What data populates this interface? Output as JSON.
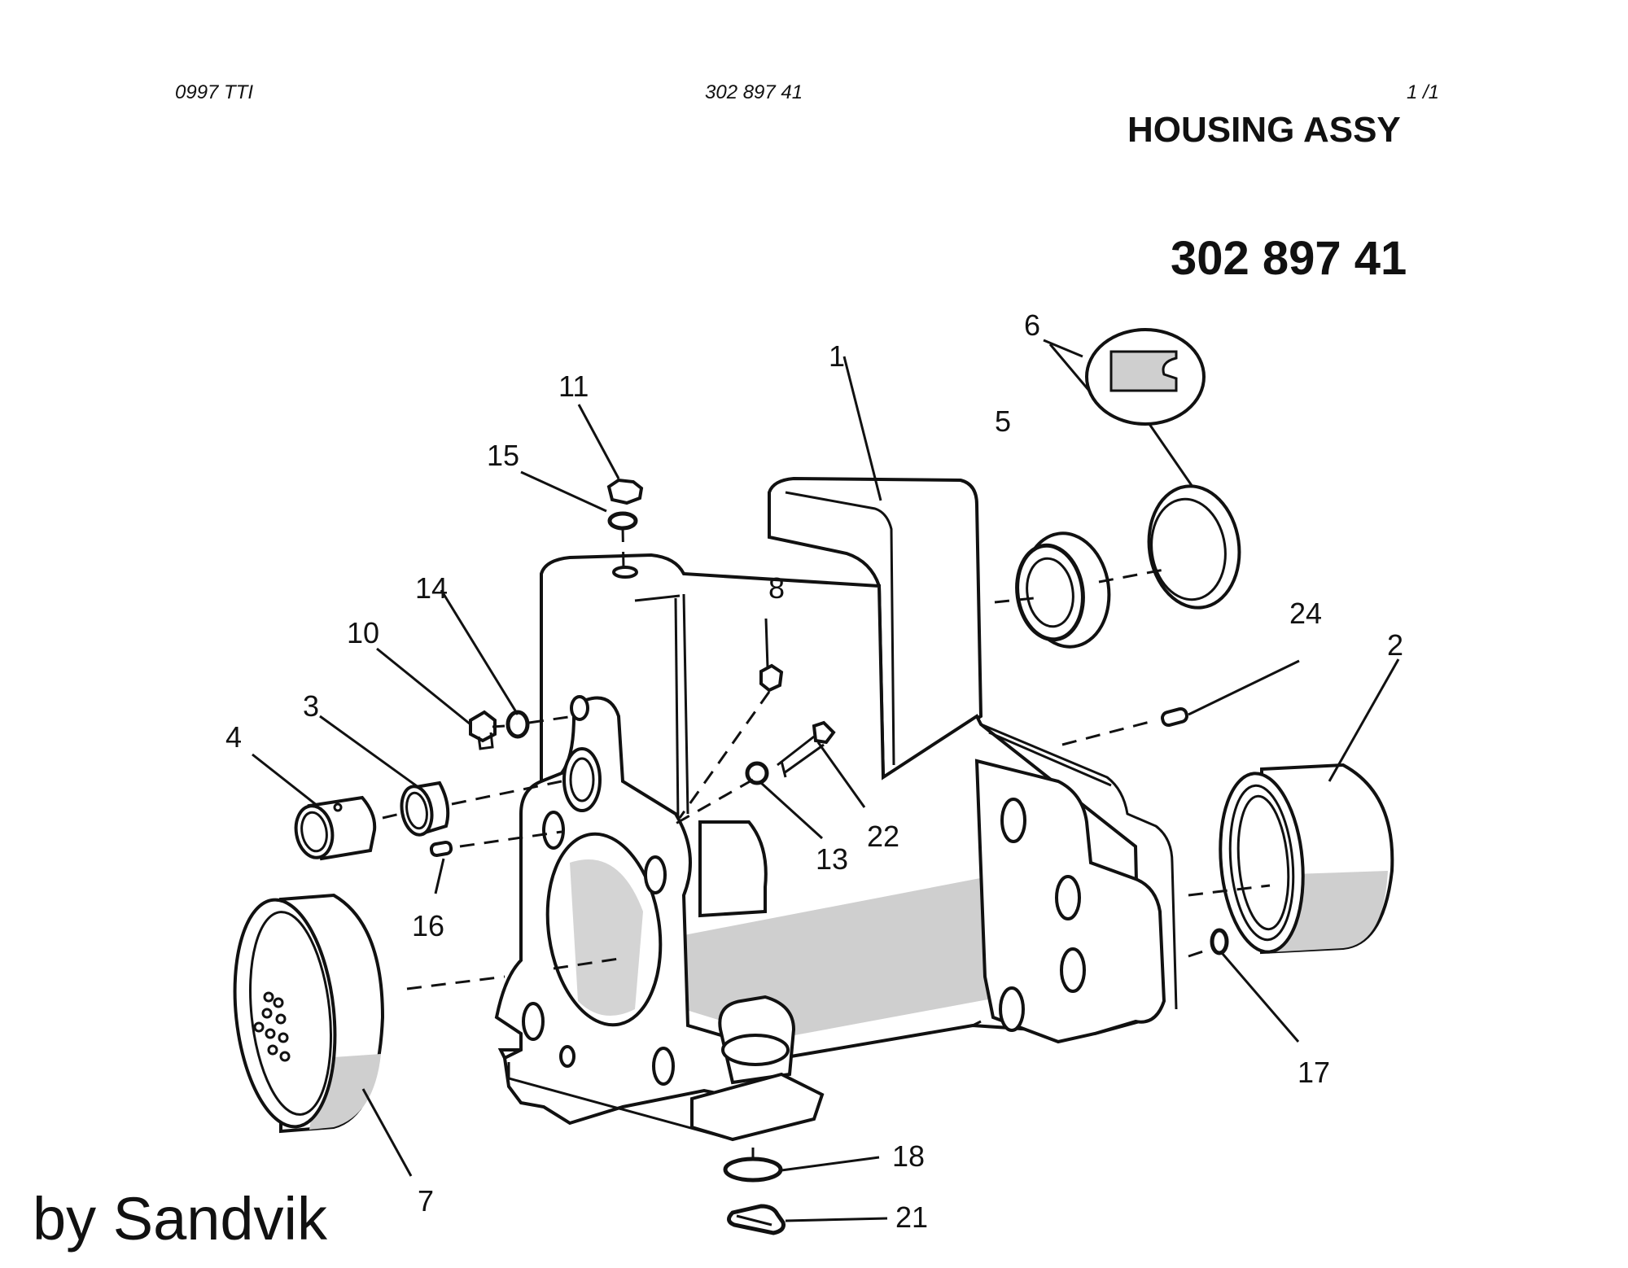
{
  "header": {
    "doc_code": "0997 TTI",
    "doc_number": "302 897 41",
    "page": "1 /1"
  },
  "title": "HOUSING ASSY",
  "part_number": "302 897 41",
  "credit": "by Sandvik",
  "callouts": {
    "c1": "1",
    "c2": "2",
    "c3": "3",
    "c4": "4",
    "c5": "5",
    "c6": "6",
    "c7": "7",
    "c8": "8",
    "c10": "10",
    "c11": "11",
    "c13": "13",
    "c14": "14",
    "c15": "15",
    "c16": "16",
    "c17": "17",
    "c18": "18",
    "c21": "21",
    "c22": "22",
    "c24": "24"
  }
}
